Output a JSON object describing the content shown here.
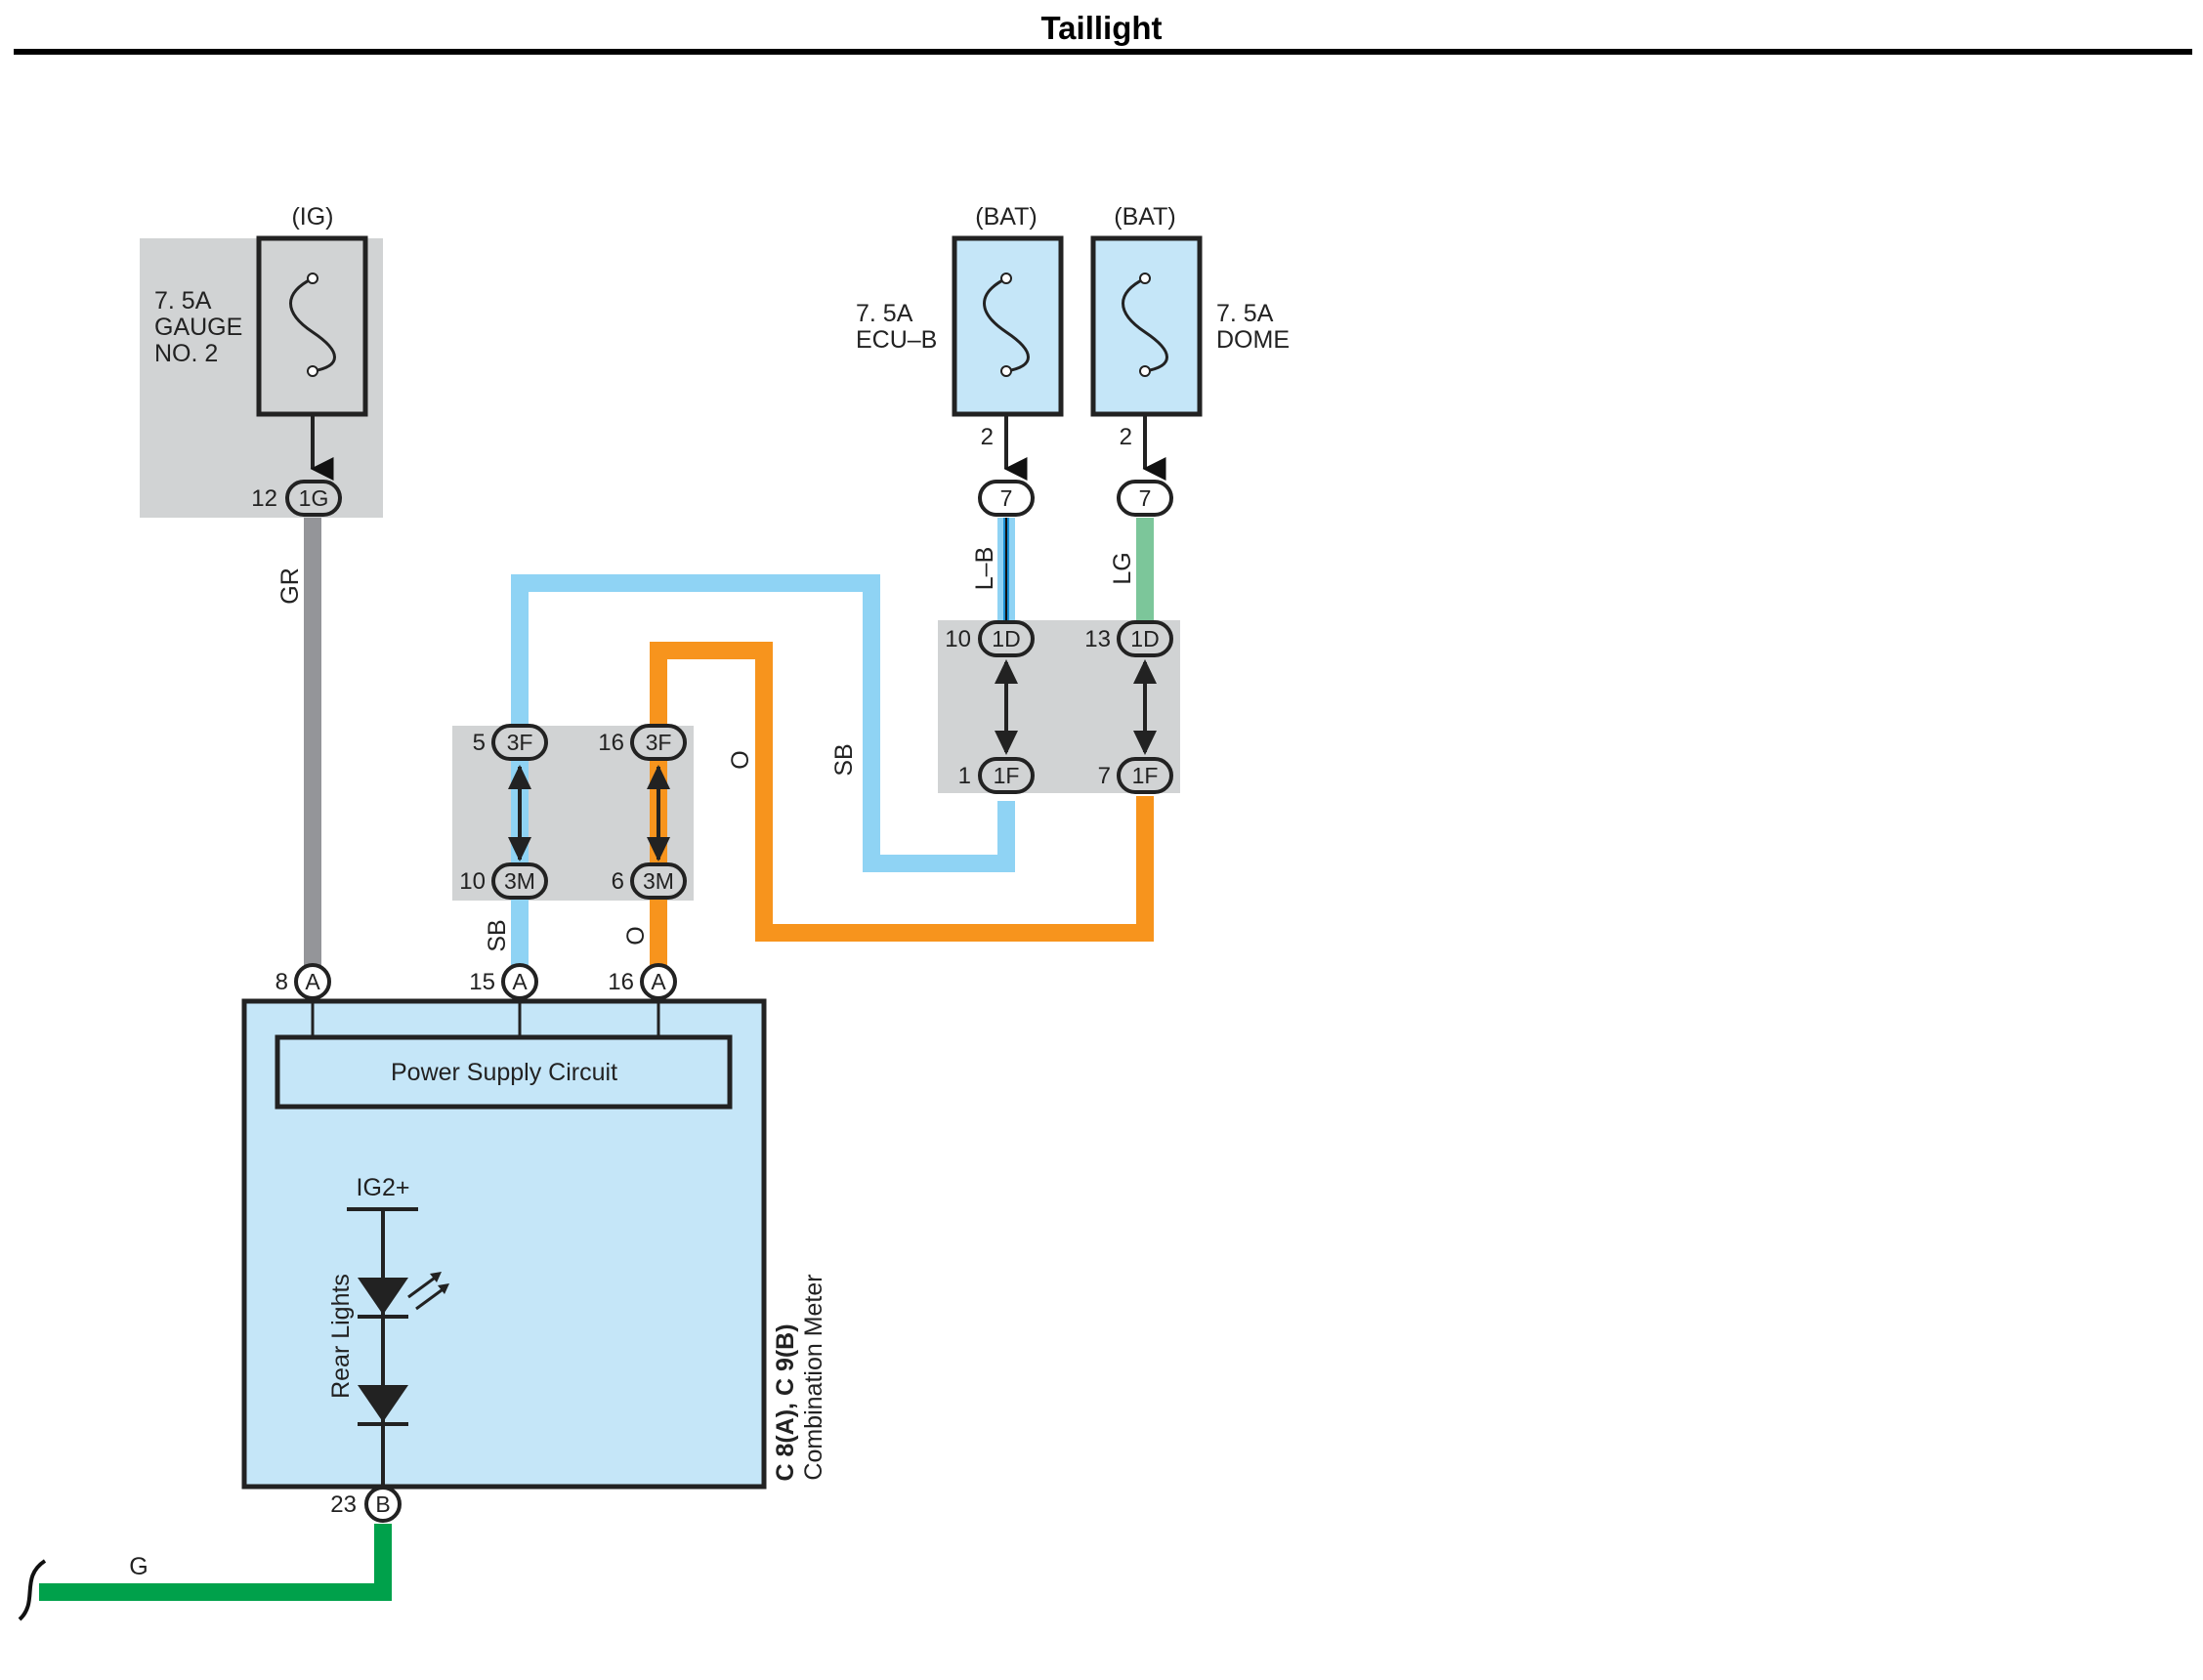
{
  "title": "Taillight",
  "colors": {
    "gray_wire": "#949599",
    "light_blue_wire": "#8fd3f4",
    "orange_wire": "#f7941d",
    "light_green_wire": "#7cc69a",
    "green_wire": "#00a14b",
    "blue_wire": "#1c8fd0",
    "junction_fill": "#d1d3d4",
    "component_fill": "#c5e6f8"
  },
  "fuses": {
    "gauge": {
      "power": "(IG)",
      "rating": "7. 5A",
      "name_line1": "GAUGE",
      "name_line2": "NO. 2"
    },
    "ecu_b": {
      "power": "(BAT)",
      "rating": "7. 5A",
      "name": "ECU–B"
    },
    "dome": {
      "power": "(BAT)",
      "rating": "7. 5A",
      "name": "DOME"
    }
  },
  "pins": {
    "gauge_out": "12",
    "ecu_b_out": "2",
    "dome_out": "2",
    "j1d_left": "10",
    "j1d_right": "13",
    "j1f_left": "1",
    "j1f_right": "7",
    "j3f_left": "5",
    "j3f_right": "16",
    "j3m_left": "10",
    "j3m_right": "6",
    "meter_a1": "8",
    "meter_a2": "15",
    "meter_a3": "16",
    "meter_b": "23"
  },
  "connectors": {
    "c1g": "1G",
    "c7": "7",
    "c1d": "1D",
    "c1f": "1F",
    "c3f": "3F",
    "c3m": "3M",
    "a": "A",
    "b": "B"
  },
  "wires": {
    "gr": "GR",
    "lb": "L–B",
    "lg": "LG",
    "sb_top": "SB",
    "o_top": "O",
    "sb_bottom": "SB",
    "o_bottom": "O",
    "g": "G"
  },
  "meter": {
    "power_supply": "Power Supply Circuit",
    "ig2": "IG2+",
    "rear_lights": "Rear Lights",
    "part_codes": "C 8(A), C 9(B)",
    "part_name": "Combination Meter"
  }
}
